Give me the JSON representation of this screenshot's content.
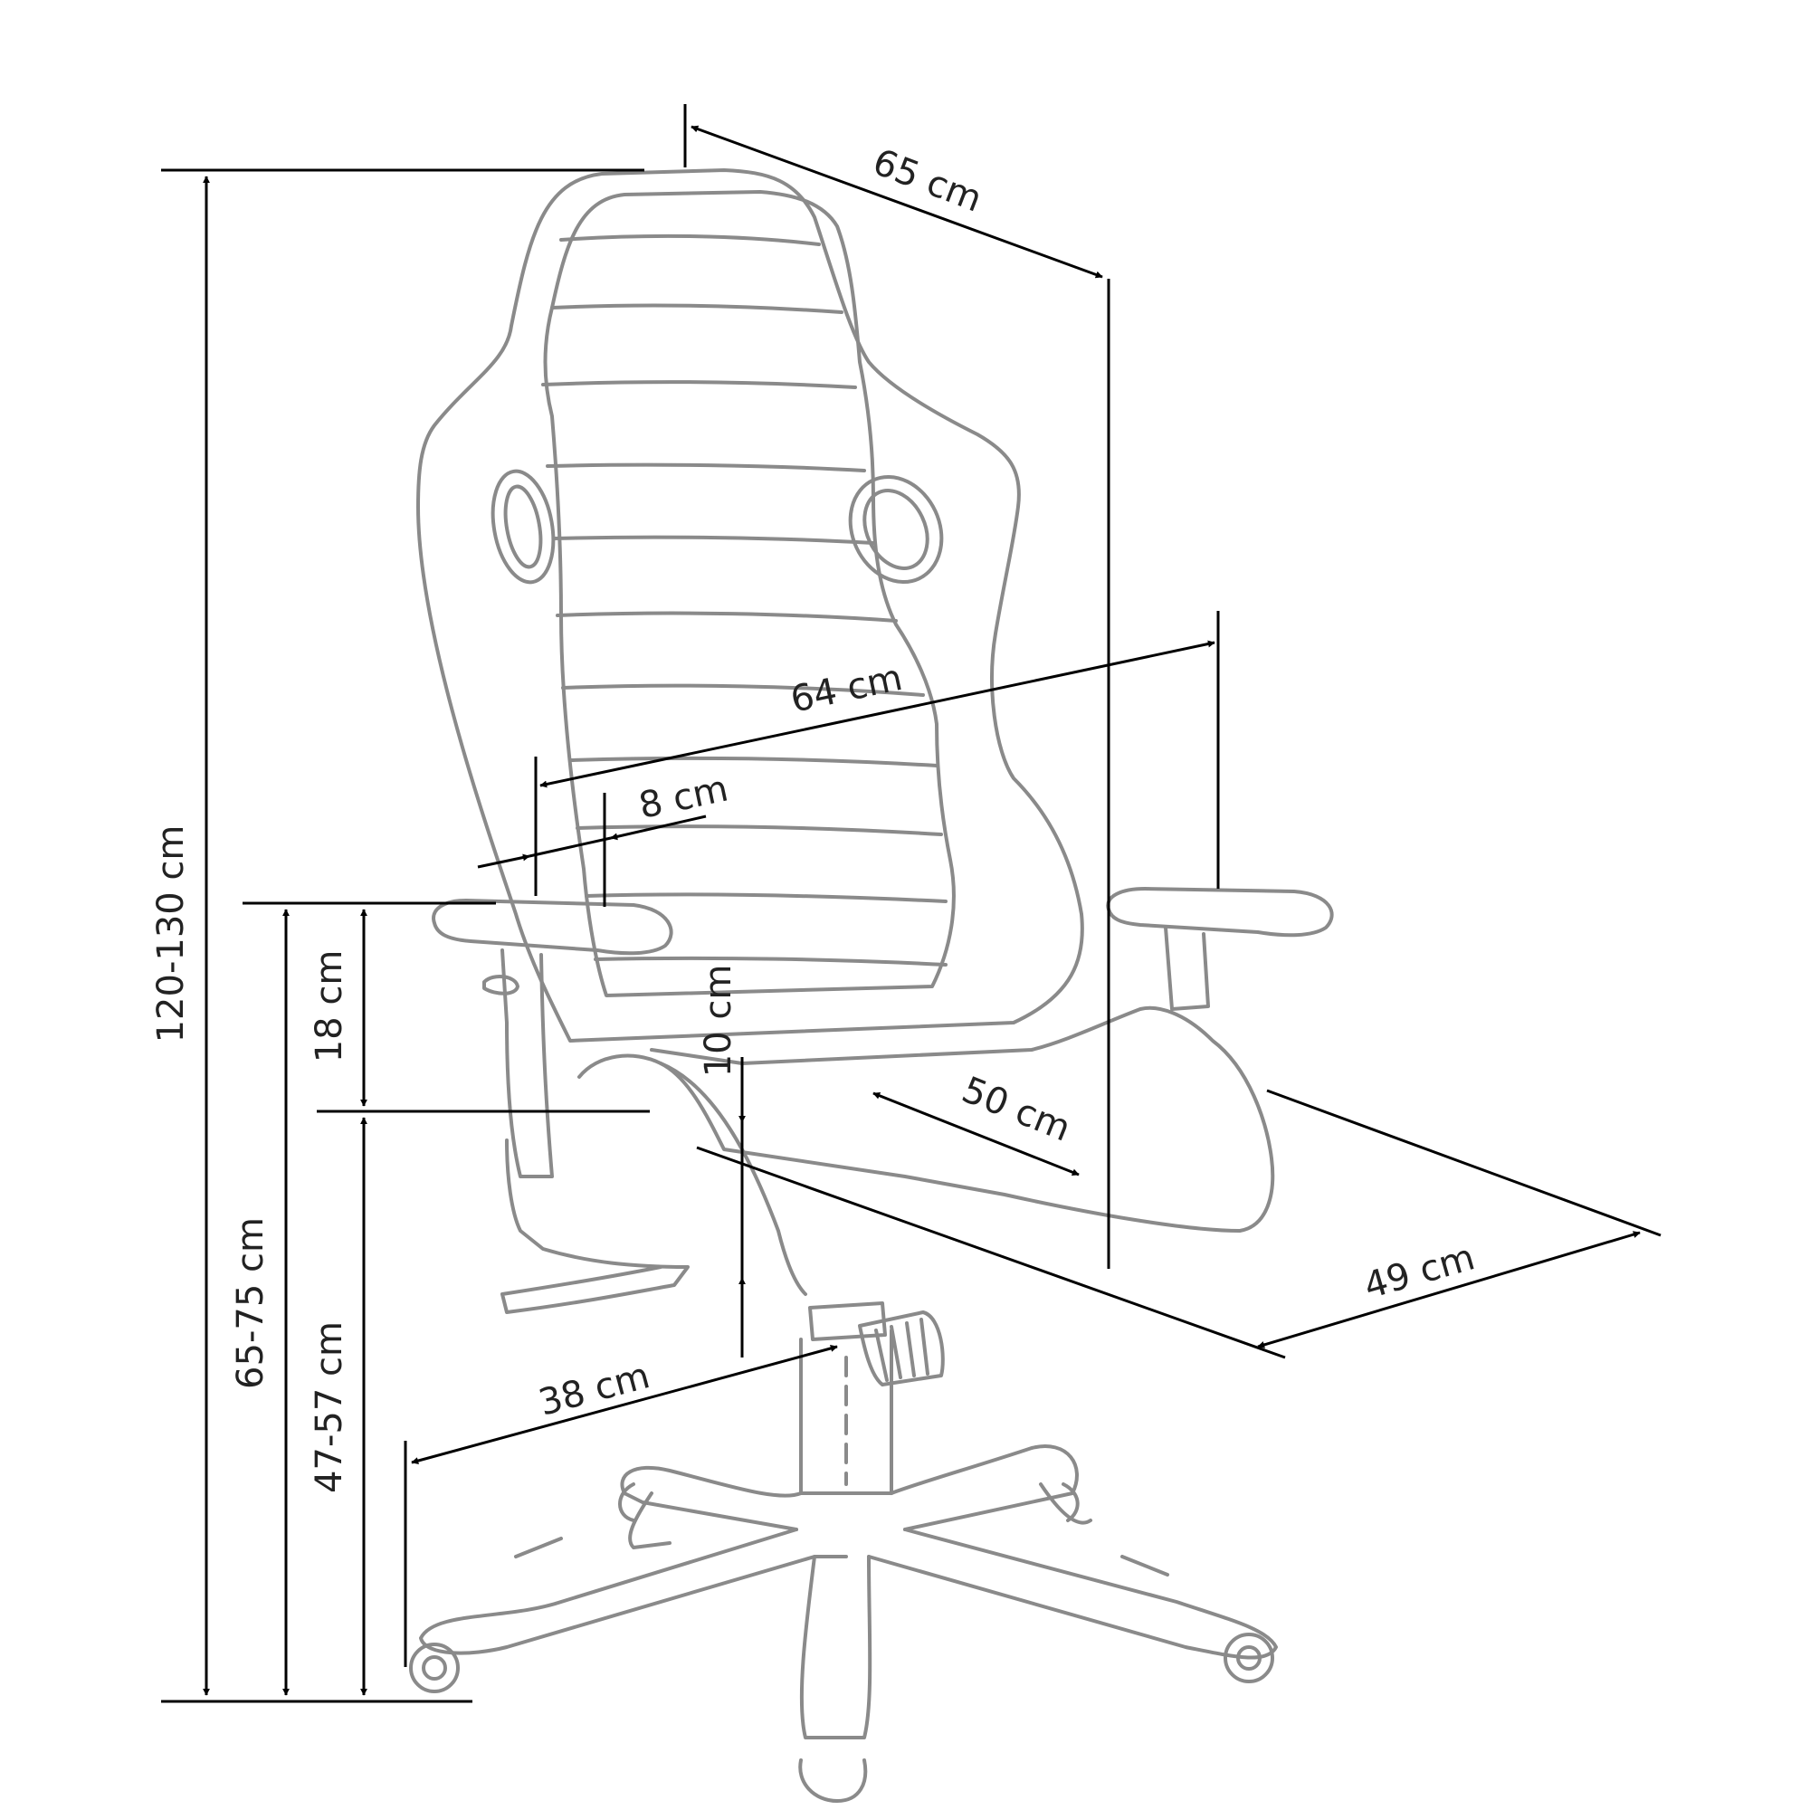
{
  "dimensions": {
    "total_height": "120-130 cm",
    "seat_height_armrest": "65-75 cm",
    "seat_height": "47-57 cm",
    "armrest_height": "18 cm",
    "armrest_width": "8 cm",
    "chair_width": "64 cm",
    "chair_depth": "65 cm",
    "seat_depth": "50 cm",
    "seat_width": "49 cm",
    "base_radius": "38 cm",
    "seat_thickness": "10 cm"
  },
  "colors": {
    "outline": "#8a8a8a",
    "dimension": "#000000"
  }
}
